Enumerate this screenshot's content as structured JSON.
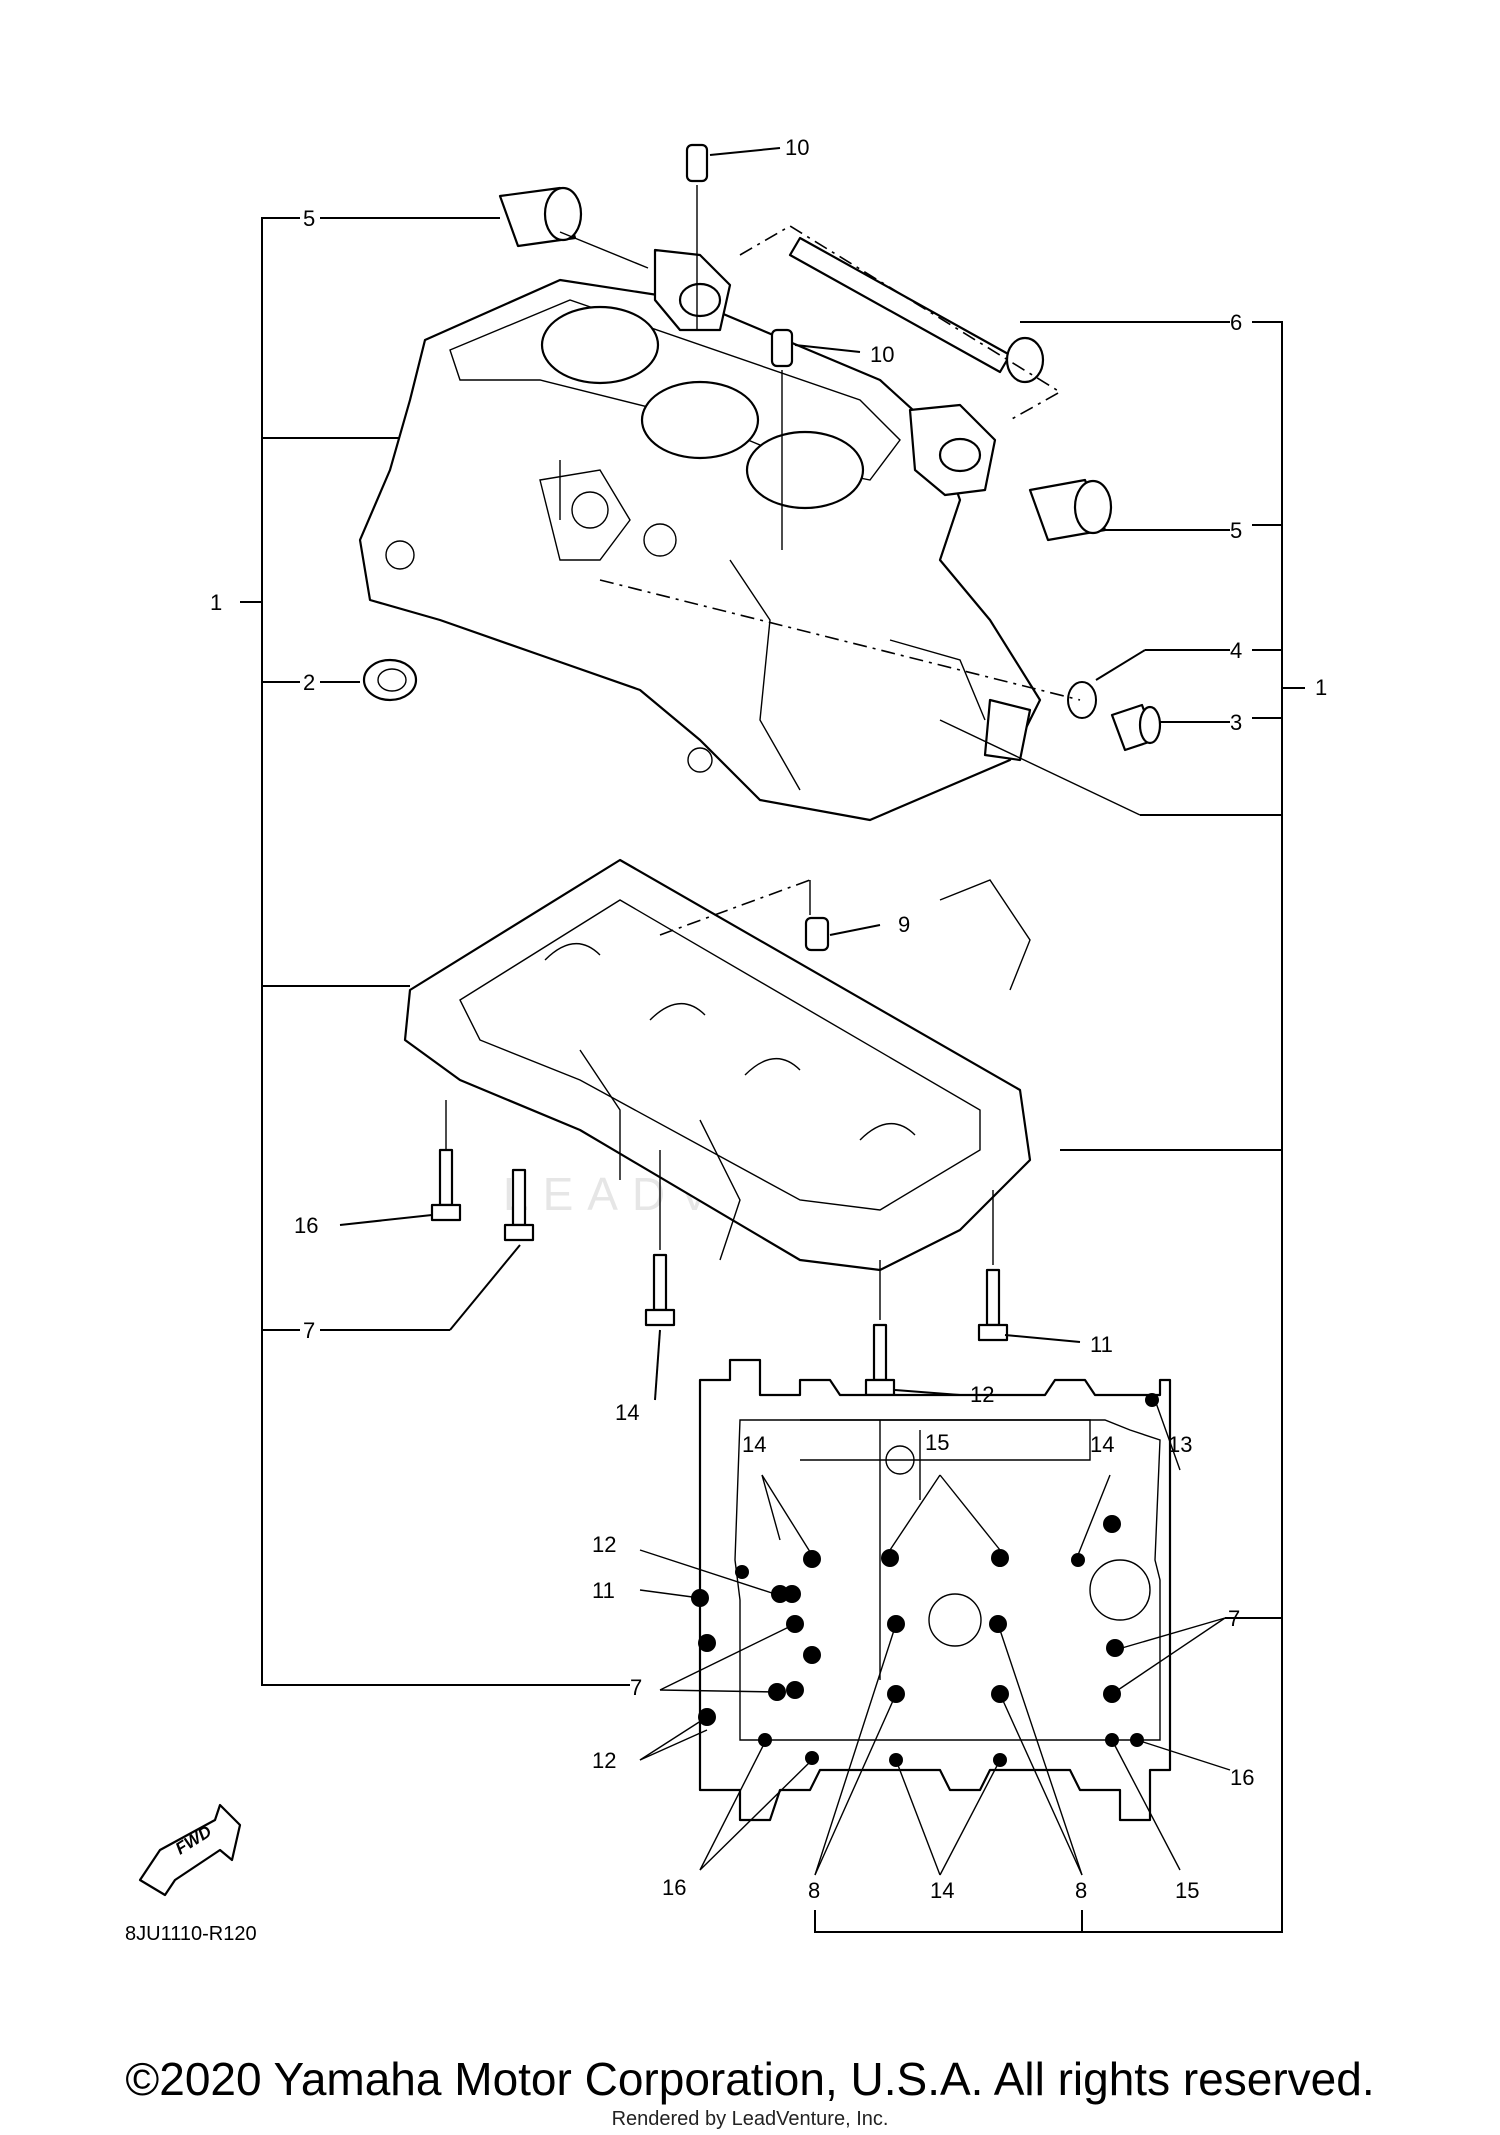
{
  "callouts": {
    "c1_left": "1",
    "c1_right": "1",
    "c2": "2",
    "c3": "3",
    "c4": "4",
    "c5_top": "5",
    "c5_right": "5",
    "c6": "6",
    "c7_left": "7",
    "c7_mid": "7",
    "c7_right": "7",
    "c8_left": "8",
    "c8_right": "8",
    "c9": "9",
    "c10_top": "10",
    "c10_mid": "10",
    "c11_a": "11",
    "c11_b": "11",
    "c12_a": "12",
    "c12_b": "12",
    "c12_c": "12",
    "c13": "13",
    "c14_a": "14",
    "c14_b": "14",
    "c14_c": "14",
    "c14_d": "14",
    "c15_a": "15",
    "c15_b": "15",
    "c16_a": "16",
    "c16_b": "16",
    "c16_c": "16"
  },
  "fwd_label": "FWD",
  "diagram_code": "8JU1110-R120",
  "watermark": "LEADVENTURE",
  "copyright": "©2020 Yamaha Motor Corporation, U.S.A. All rights reserved.",
  "rendered_by": "Rendered by LeadVenture, Inc."
}
